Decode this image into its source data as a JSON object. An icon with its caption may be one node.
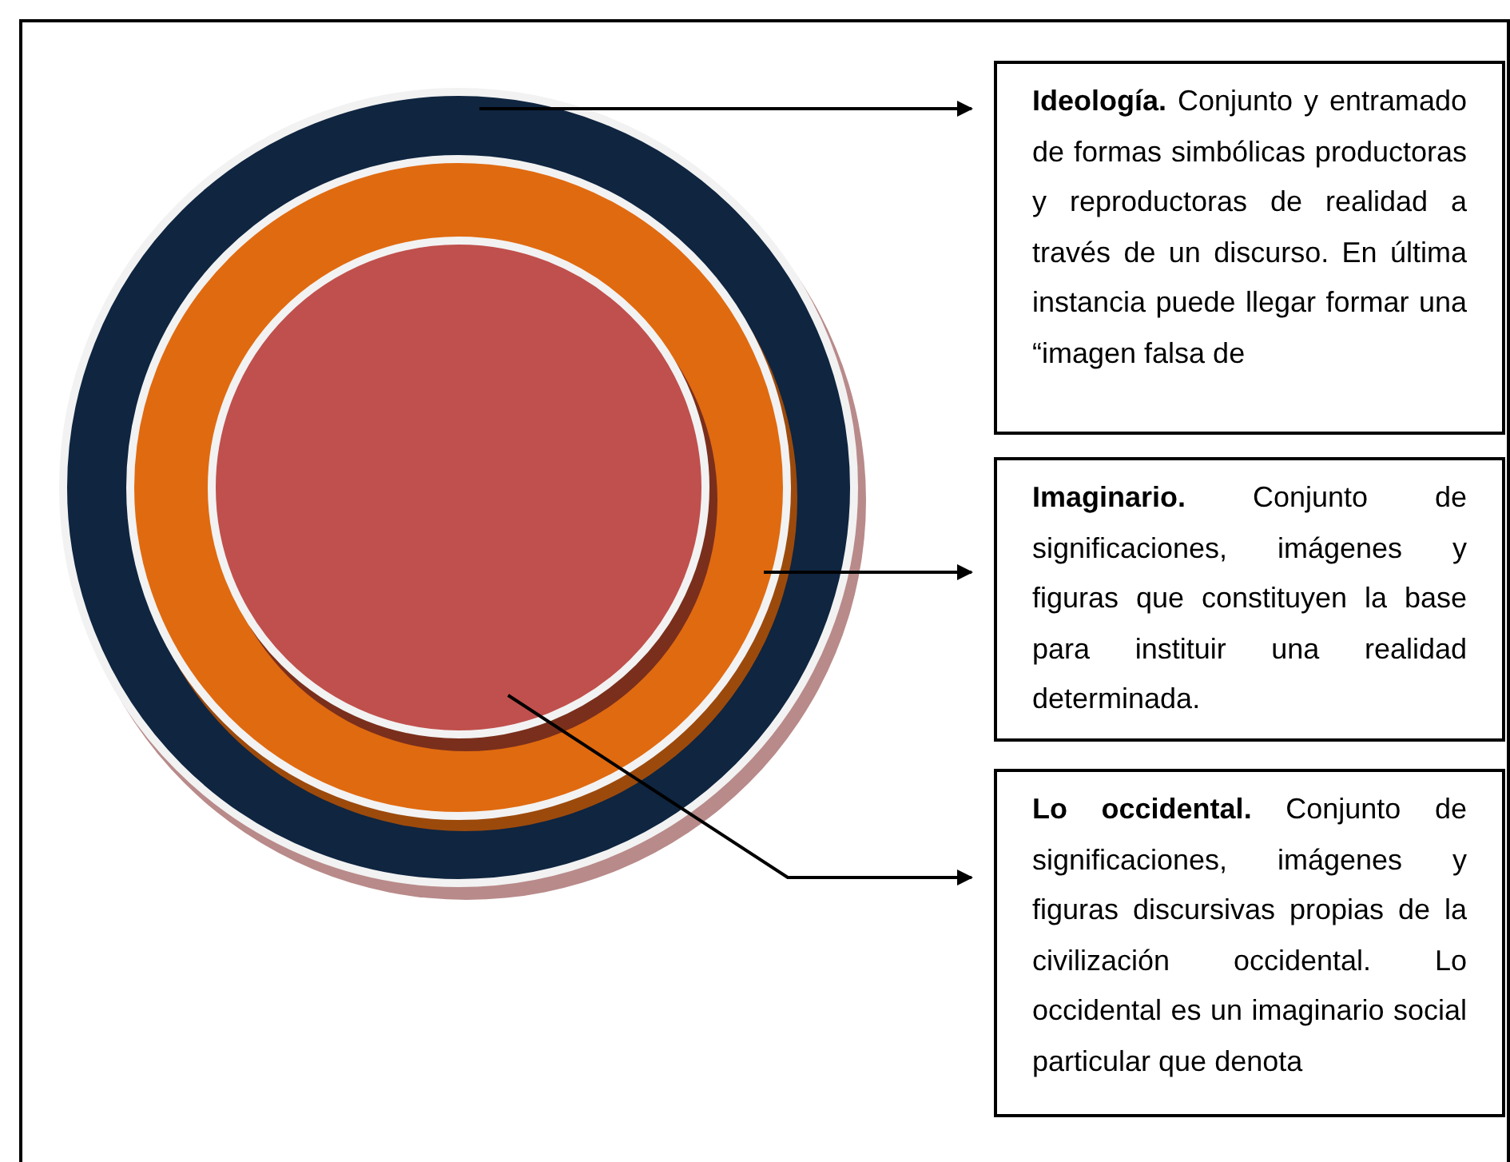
{
  "diagram": {
    "nodes": [
      {
        "text": [],
        "shape": "circle"
      },
      {
        "text": [],
        "shape": "circle",
        "in": 0
      },
      {
        "text": [],
        "shape": "circle",
        "in": 1
      },
      {
        "text": [
          "**Ideología.** Conjunto y entramado de formas simbólicas productoras y reproductoras de realidad a través de un discurso. En última instancia puede llegar formar una “imagen falsa de"
        ]
      },
      {
        "text": [
          "**Imaginario.** Conjunto de significaciones, imágenes y figuras que constituyen la base para instituir una realidad determinada."
        ]
      },
      {
        "text": [
          "**Lo occidental.** Conjunto de significaciones, imágenes y figuras discursivas propias de la civilización occidental. Lo occidental es un imaginario social particular que denota"
        ]
      }
    ],
    "edges": [
      {
        "from": 0,
        "to": 3,
        "arrow": "to"
      },
      {
        "from": 1,
        "to": 4,
        "arrow": "to"
      },
      {
        "from": 2,
        "to": 5,
        "arrow": "to"
      }
    ]
  }
}
